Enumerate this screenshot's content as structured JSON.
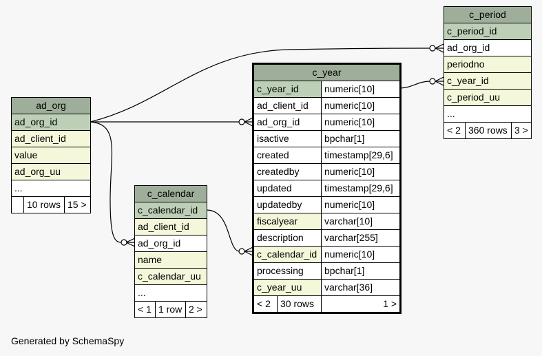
{
  "tables": {
    "c_period": {
      "name": "c_period",
      "columns": [
        "c_period_id",
        "ad_org_id",
        "periodno",
        "c_year_id",
        "c_period_uu",
        "..."
      ],
      "footer": {
        "prev": "< 2",
        "rows": "360 rows",
        "next": "3 >"
      }
    },
    "ad_org": {
      "name": "ad_org",
      "columns": [
        "ad_org_id",
        "ad_client_id",
        "value",
        "ad_org_uu",
        "..."
      ],
      "footer": {
        "rows": "10 rows",
        "next": "15 >"
      }
    },
    "c_calendar": {
      "name": "c_calendar",
      "columns": [
        "c_calendar_id",
        "ad_client_id",
        "ad_org_id",
        "name",
        "c_calendar_uu",
        "..."
      ],
      "footer": {
        "prev": "< 1",
        "rows": "1 row",
        "next": "2 >"
      }
    },
    "c_year": {
      "name": "c_year",
      "columns": [
        {
          "name": "c_year_id",
          "type": "numeric[10]"
        },
        {
          "name": "ad_client_id",
          "type": "numeric[10]"
        },
        {
          "name": "ad_org_id",
          "type": "numeric[10]"
        },
        {
          "name": "isactive",
          "type": "bpchar[1]"
        },
        {
          "name": "created",
          "type": "timestamp[29,6]"
        },
        {
          "name": "createdby",
          "type": "numeric[10]"
        },
        {
          "name": "updated",
          "type": "timestamp[29,6]"
        },
        {
          "name": "updatedby",
          "type": "numeric[10]"
        },
        {
          "name": "fiscalyear",
          "type": "varchar[10]"
        },
        {
          "name": "description",
          "type": "varchar[255]"
        },
        {
          "name": "c_calendar_id",
          "type": "numeric[10]"
        },
        {
          "name": "processing",
          "type": "bpchar[1]"
        },
        {
          "name": "c_year_uu",
          "type": "varchar[36]"
        }
      ],
      "footer": {
        "prev": "< 2",
        "rows": "30 rows",
        "next": "1 >"
      }
    }
  },
  "colors": {
    "header": "#9fae9a",
    "primary_key": "#bdd0b7",
    "required": "#f4f7da"
  },
  "generated_by": "Generated by SchemaSpy"
}
